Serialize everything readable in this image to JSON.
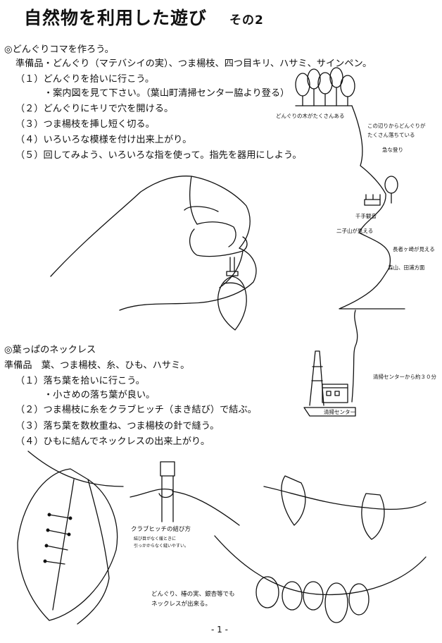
{
  "header": {
    "title": "自然物を利用した遊び",
    "subtitle": "その2"
  },
  "section1": {
    "heading": "◎どんぐりコマを作ろう。",
    "materials": "準備品・どんぐり（マテバシイの実）、つま楊枝、四つ目キリ、ハサミ、サインペン。",
    "steps": [
      "（１）どんぐりを拾いに行こう。",
      "・案内図を見て下さい。（葉山町清掃センター脇より登る）",
      "（２）どんぐりにキリで穴を開ける。",
      "（３）つま楊枝を挿し短く切る。",
      "（４）いろいろな模様を付け出来上がり。",
      "（５）回してみよう、いろいろな指を使って。指先を器用にしよう。"
    ]
  },
  "map": {
    "labels": [
      "どんぐりの木がたくさんある",
      "この辺りからどんぐりが",
      "たくさん落ちている",
      "急な登り",
      "千手観音",
      "二子山が見える",
      "長者ヶ崎が見える",
      "森山、田浦方面",
      "清掃センターから約３０分",
      "清掃センター"
    ]
  },
  "section2": {
    "heading": "◎葉っぱのネックレス",
    "materials": "準備品　葉、つま楊枝、糸、ひも、ハサミ。",
    "steps": [
      "（１）落ち葉を拾いに行こう。",
      "・小さめの落ち葉が良い。",
      "（２）つま楊枝に糸をクラブヒッチ（まき結び）で結ぶ。",
      "（３）落ち葉を数枚重ね、つま楊枝の針で縫う。",
      "（４）ひもに結んでネックレスの出来上がり。"
    ]
  },
  "captions": {
    "clove_hitch_title": "クラブヒッチの結び方",
    "clove_hitch_note1": "結び目がなく緩ときに",
    "clove_hitch_note2": "引っかからなく縫いやすい。",
    "acorn_necklace1": "どんぐり、椿の実、銀杏等でも",
    "acorn_necklace2": "ネックレスが出来る。"
  },
  "footer": {
    "page": "- 1 -"
  }
}
